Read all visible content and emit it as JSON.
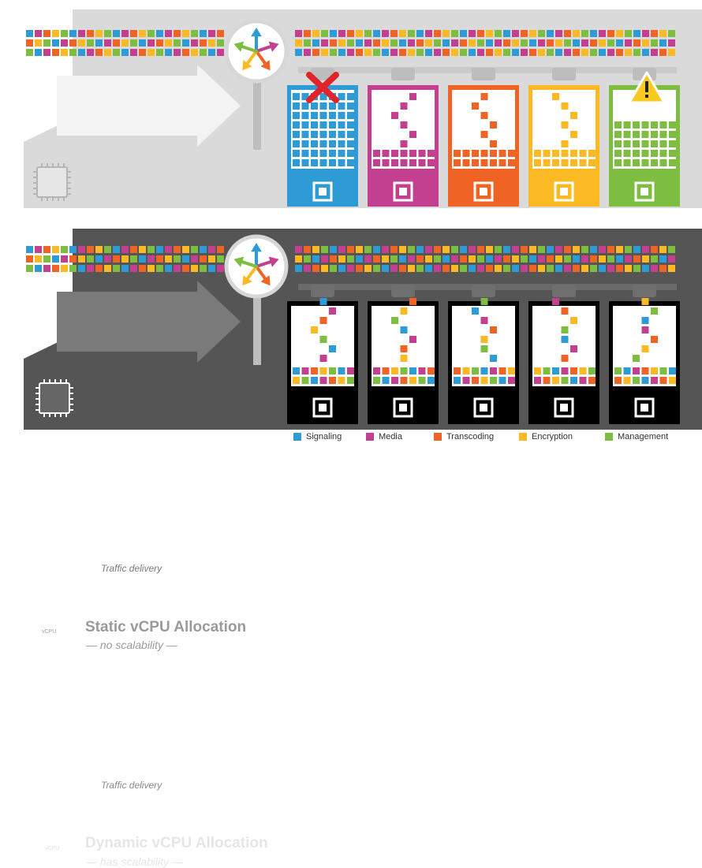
{
  "colors": {
    "signaling": "#2f9bd6",
    "media": "#c2408f",
    "transcoding": "#ef6424",
    "encryption": "#fbb923",
    "management": "#7dbd41",
    "static_bg": "#dadada",
    "dynamic_bg": "#555555",
    "alert_red": "#e0242b",
    "warn_yellow": "#f8c91e"
  },
  "static_panel": {
    "title": "Static vCPU Allocation",
    "subtitle": "— no scalability —",
    "traffic_label": "Traffic delivery",
    "chip_label": "vCPU"
  },
  "dynamic_panel": {
    "title": "Dynamic vCPU Allocation",
    "subtitle": "— has scalability —",
    "traffic_label": "Traffic delivery",
    "chip_label": "vCPU"
  },
  "legend": [
    {
      "label": "Signaling",
      "color": "#2f9bd6"
    },
    {
      "label": "Media",
      "color": "#c2408f"
    },
    {
      "label": "Transcoding",
      "color": "#ef6424"
    },
    {
      "label": "Encryption",
      "color": "#fbb923"
    },
    {
      "label": "Management",
      "color": "#7dbd41"
    }
  ]
}
